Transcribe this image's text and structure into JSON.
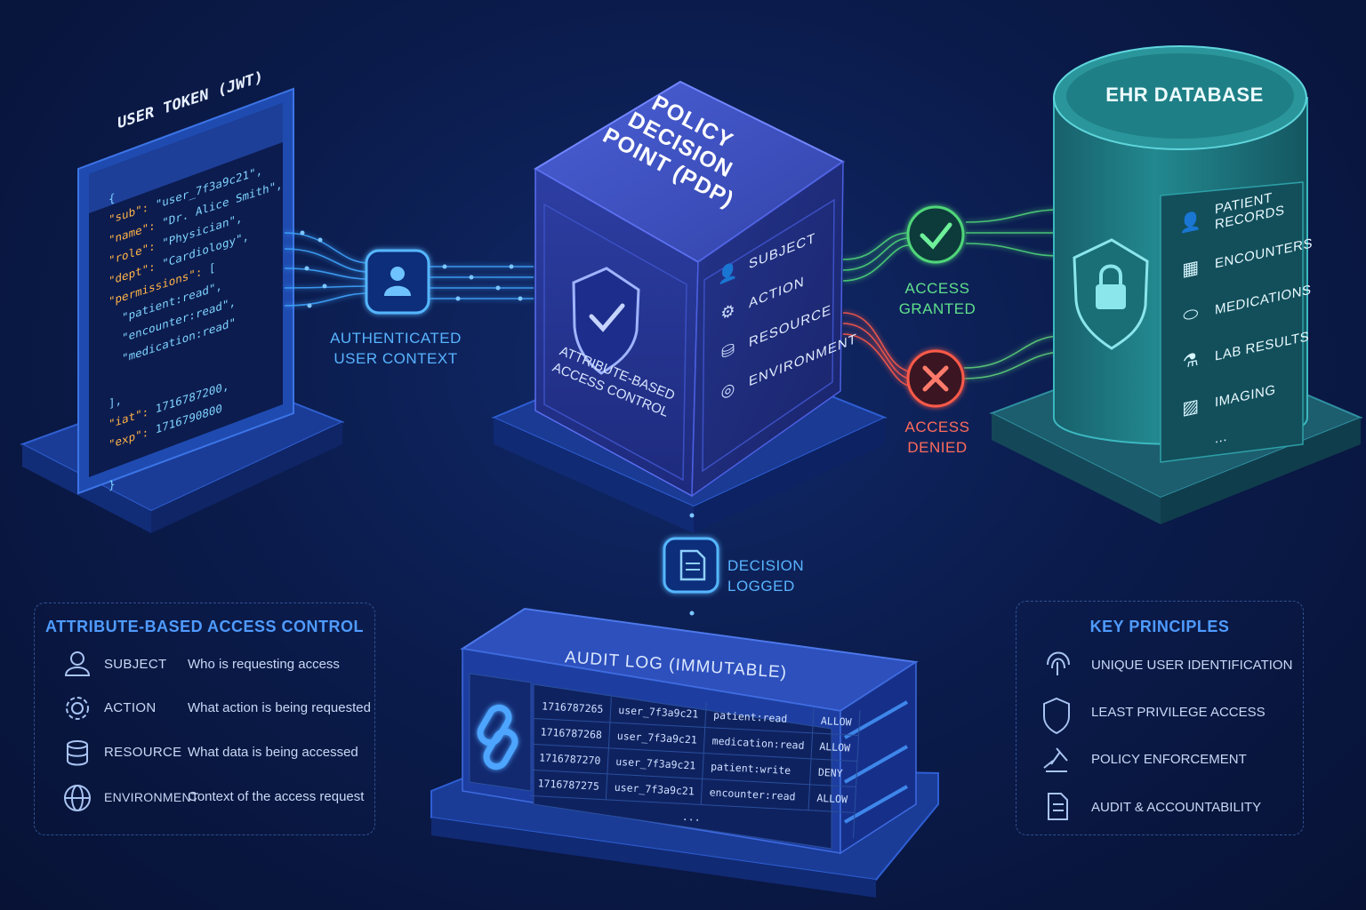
{
  "token": {
    "title": "USER TOKEN (JWT)",
    "json_lines": [
      {
        "key": "",
        "val": "{"
      },
      {
        "key": "\"sub\": ",
        "val": "\"user_7f3a9c21\","
      },
      {
        "key": "\"name\": ",
        "val": "\"Dr. Alice Smith\","
      },
      {
        "key": "\"role\": ",
        "val": "\"Physician\","
      },
      {
        "key": "\"dept\": ",
        "val": "\"Cardiology\","
      },
      {
        "key": "\"permissions\": ",
        "val": "["
      },
      {
        "key": "",
        "val": "  \"patient:read\","
      },
      {
        "key": "",
        "val": "  \"encounter:read\","
      },
      {
        "key": "",
        "val": "  \"medication:read\""
      },
      {
        "key": "",
        "val": ""
      },
      {
        "key": "",
        "val": "],"
      },
      {
        "key": "\"iat\": ",
        "val": "1716787200,"
      },
      {
        "key": "\"exp\": ",
        "val": "1716790800"
      },
      {
        "key": "",
        "val": ""
      },
      {
        "key": "",
        "val": "}"
      }
    ]
  },
  "flow": {
    "authenticated_line1": "AUTHENTICATED",
    "authenticated_line2": "USER CONTEXT",
    "granted_line1": "ACCESS",
    "granted_line2": "GRANTED",
    "denied_line1": "ACCESS",
    "denied_line2": "DENIED",
    "logged_line1": "DECISION",
    "logged_line2": "LOGGED"
  },
  "pdp": {
    "title_line1": "POLICY",
    "title_line2": "DECISION",
    "title_line3": "POINT (PDP)",
    "front_line1": "ATTRIBUTE-BASED",
    "front_line2": "ACCESS CONTROL",
    "attributes": [
      {
        "icon": "user-icon",
        "label": "SUBJECT"
      },
      {
        "icon": "gear-icon",
        "label": "ACTION"
      },
      {
        "icon": "database-icon",
        "label": "RESOURCE"
      },
      {
        "icon": "globe-icon",
        "label": "ENVIRONMENT"
      }
    ]
  },
  "database": {
    "title": "EHR DATABASE",
    "items": [
      {
        "icon": "user-icon",
        "line1": "PATIENT",
        "line2": "RECORDS"
      },
      {
        "icon": "calendar-icon",
        "line1": "ENCOUNTERS",
        "line2": ""
      },
      {
        "icon": "pill-icon",
        "line1": "MEDICATIONS",
        "line2": ""
      },
      {
        "icon": "flask-icon",
        "line1": "LAB RESULTS",
        "line2": ""
      },
      {
        "icon": "image-icon",
        "line1": "IMAGING",
        "line2": ""
      }
    ],
    "more": "..."
  },
  "audit": {
    "title": "AUDIT LOG (IMMUTABLE)",
    "rows": [
      {
        "ts": "1716787265",
        "user": "user_7f3a9c21",
        "perm": "patient:read",
        "result": "ALLOW"
      },
      {
        "ts": "1716787268",
        "user": "user_7f3a9c21",
        "perm": "medication:read",
        "result": "ALLOW"
      },
      {
        "ts": "1716787270",
        "user": "user_7f3a9c21",
        "perm": "patient:write",
        "result": "DENY"
      },
      {
        "ts": "1716787275",
        "user": "user_7f3a9c21",
        "perm": "encounter:read",
        "result": "ALLOW"
      }
    ],
    "more": "..."
  },
  "abac_panel": {
    "title": "ATTRIBUTE-BASED ACCESS CONTROL",
    "rows": [
      {
        "icon": "user-icon",
        "name": "SUBJECT",
        "desc": "Who is requesting access"
      },
      {
        "icon": "gear-icon",
        "name": "ACTION",
        "desc": "What action is being requested"
      },
      {
        "icon": "database-icon",
        "name": "RESOURCE",
        "desc": "What data is being accessed"
      },
      {
        "icon": "globe-icon",
        "name": "ENVIRONMENT",
        "desc": "Context of the access request"
      }
    ]
  },
  "principles_panel": {
    "title": "KEY PRINCIPLES",
    "rows": [
      {
        "icon": "fingerprint-icon",
        "label": "UNIQUE USER IDENTIFICATION"
      },
      {
        "icon": "shield-icon",
        "label": "LEAST PRIVILEGE ACCESS"
      },
      {
        "icon": "gavel-icon",
        "label": "POLICY ENFORCEMENT"
      },
      {
        "icon": "document-icon",
        "label": "AUDIT & ACCOUNTABILITY"
      }
    ]
  },
  "colors": {
    "accent_blue": "#3d8bff",
    "granted_green": "#4fd67a",
    "denied_red": "#ff5a4a",
    "db_teal": "#1f7f86"
  }
}
